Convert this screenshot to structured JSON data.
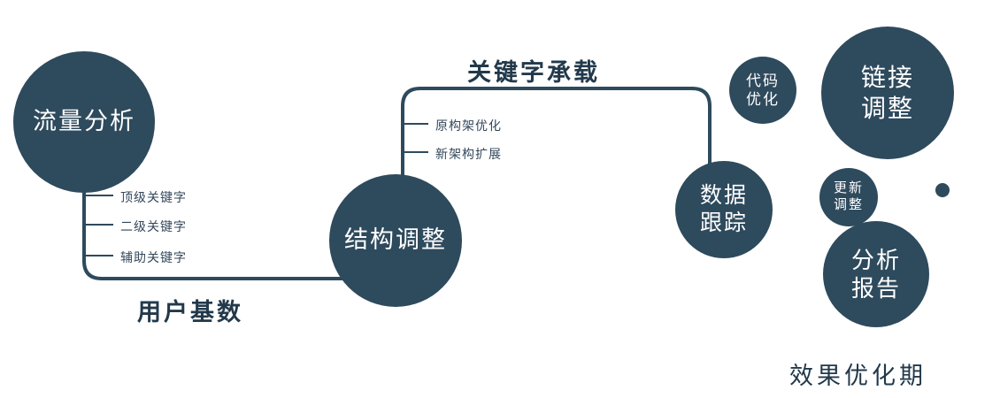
{
  "palette": {
    "primary": "#2e4a5d",
    "ink": "#22394b",
    "background": "#ffffff"
  },
  "nodes": {
    "traffic": {
      "lines": [
        "流量分析"
      ]
    },
    "structure": {
      "lines": [
        "结构调整"
      ]
    },
    "tracking": {
      "lines": [
        "数据",
        "跟踪"
      ]
    },
    "code": {
      "lines": [
        "代码",
        "优化"
      ]
    },
    "link": {
      "lines": [
        "链接",
        "调整"
      ]
    },
    "update": {
      "lines": [
        "更新",
        "调整"
      ]
    },
    "report": {
      "lines": [
        "分析",
        "报告"
      ]
    }
  },
  "edges": {
    "user_base_label": "用户基数",
    "keyword_carry_label": "关键字承载"
  },
  "branches": {
    "traffic": [
      "顶级关键字",
      "二级关键字",
      "辅助关键字"
    ],
    "structure": [
      "原构架优化",
      "新架构扩展"
    ]
  },
  "footer": {
    "label": "效果优化期"
  }
}
